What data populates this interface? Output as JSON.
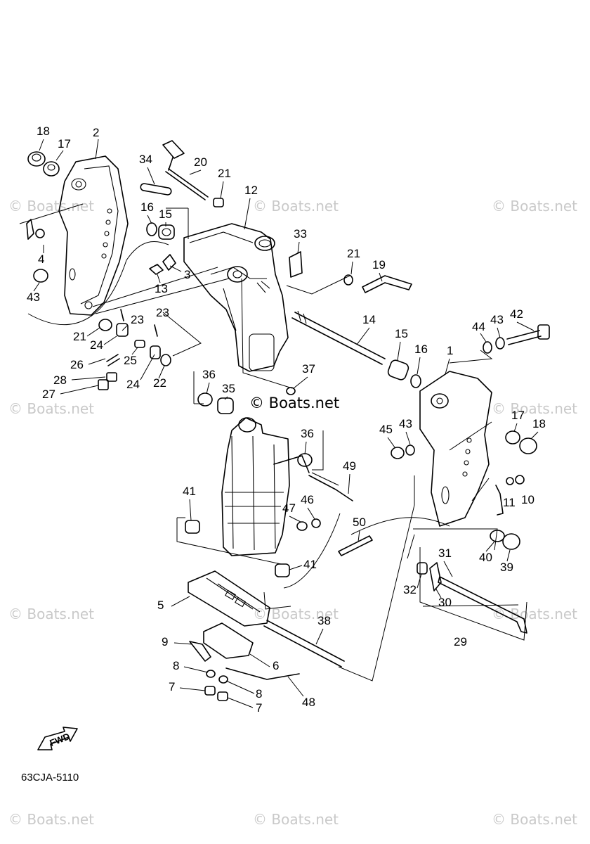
{
  "diagram": {
    "part_code": "63CJA-5110",
    "fwd_label": "FWD",
    "watermark": "© Boats.net",
    "labels": [
      "18",
      "17",
      "2",
      "34",
      "20",
      "21",
      "12",
      "16",
      "15",
      "4",
      "13",
      "3",
      "33",
      "21",
      "19",
      "43",
      "23",
      "21",
      "24",
      "25",
      "23",
      "14",
      "15",
      "16",
      "1",
      "44",
      "43",
      "42",
      "26",
      "28",
      "24",
      "22",
      "27",
      "36",
      "35",
      "37",
      "36",
      "45",
      "43",
      "17",
      "18",
      "49",
      "11",
      "10",
      "41",
      "47",
      "46",
      "50",
      "40",
      "39",
      "41",
      "31",
      "32",
      "30",
      "5",
      "38",
      "29",
      "9",
      "6",
      "8",
      "8",
      "7",
      "7",
      "48"
    ]
  }
}
